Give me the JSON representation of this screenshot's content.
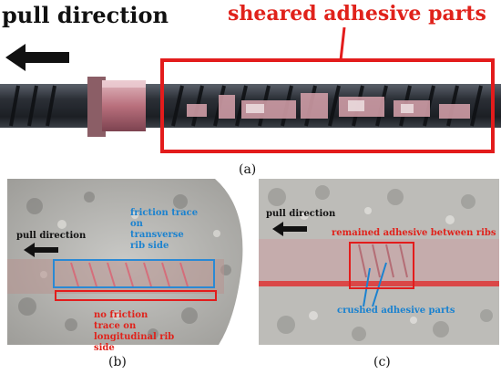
{
  "panel_a": {
    "pull_label": "pull direction",
    "sheared_label": "sheared adhesive parts",
    "caption": "(a)"
  },
  "panel_b": {
    "pull_label": "pull direction",
    "friction_label": "friction trace on transverse rib side",
    "no_friction_label": "no friction trace on longitudinal rib side",
    "caption": "(b)"
  },
  "panel_c": {
    "pull_label": "pull direction",
    "remained_label": "remained adhesive between ribs",
    "crushed_label": "crushed adhesive parts",
    "caption": "(c)"
  },
  "colors": {
    "annotation_red": "#e31c1c",
    "annotation_blue": "#2a89d4",
    "rebar_dark": "#2b2f36",
    "adhesive_pink": "#d9a3ad"
  }
}
